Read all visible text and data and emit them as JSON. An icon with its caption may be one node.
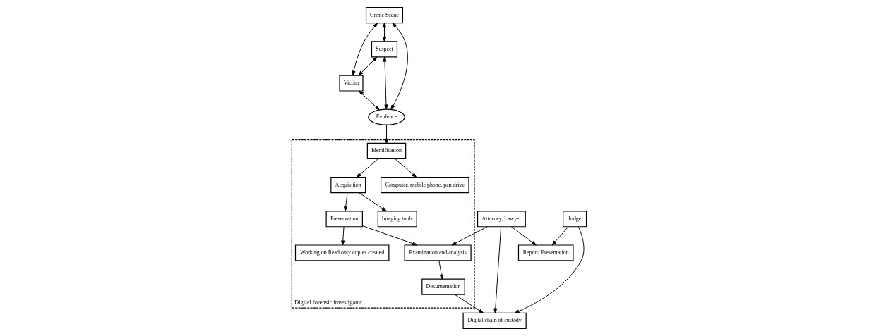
{
  "diagram": {
    "nodes": [
      {
        "text": [
          "Crime Scene"
        ]
      },
      {
        "text": [
          "Victim"
        ]
      },
      {
        "text": [
          "Suspect"
        ]
      },
      {
        "text": [
          "Evidence"
        ]
      },
      {
        "text": [
          "Report/ Presentation"
        ]
      },
      {
        "text": [
          "Attorney, Lawyer"
        ]
      },
      {
        "text": [
          "Digital forensic investigator"
        ]
      },
      {
        "text": [
          "Identification"
        ],
        "in": 6
      },
      {
        "text": [
          "Acquisition"
        ],
        "in": 6
      },
      {
        "text": [
          "Preservation"
        ],
        "in": 6
      },
      {
        "text": [
          "Examination and analysis"
        ],
        "in": 6
      },
      {
        "text": [
          "Documentation"
        ],
        "in": 6
      },
      {
        "text": [
          "Computer, mobile phone, pen drive"
        ],
        "in": 6
      },
      {
        "text": [
          "Imaging tools"
        ],
        "in": 6
      },
      {
        "text": [
          "Working on Read only copies created"
        ],
        "in": 6
      },
      {
        "text": [
          "Digital chain of custody"
        ]
      },
      {
        "text": [
          "Judge"
        ]
      }
    ],
    "edges": [
      {
        "from": 0,
        "to": 1,
        "arrow": "both"
      },
      {
        "from": 0,
        "to": 2,
        "arrow": "both"
      },
      {
        "from": 0,
        "to": 3,
        "arrow": "both"
      },
      {
        "from": 2,
        "to": 1,
        "arrow": "both"
      },
      {
        "from": 1,
        "to": 3,
        "arrow": "both"
      },
      {
        "from": 2,
        "to": 3,
        "arrow": "both"
      },
      {
        "from": 3,
        "to": 7,
        "arrow": "to"
      },
      {
        "from": 7,
        "to": 8,
        "arrow": "to"
      },
      {
        "from": 8,
        "to": 9,
        "arrow": "to"
      },
      {
        "from": 9,
        "to": 10,
        "arrow": "to"
      },
      {
        "from": 10,
        "to": 11,
        "arrow": "to"
      },
      {
        "from": 11,
        "to": 15,
        "arrow": "to"
      },
      {
        "from": 7,
        "to": 12,
        "arrow": "to"
      },
      {
        "from": 8,
        "to": 13,
        "arrow": "to"
      },
      {
        "from": 9,
        "to": 14,
        "arrow": "to"
      },
      {
        "from": 5,
        "to": 4,
        "arrow": "to"
      },
      {
        "from": 5,
        "to": 10,
        "arrow": "to"
      },
      {
        "from": 5,
        "to": 15,
        "arrow": "to"
      },
      {
        "from": 16,
        "to": 15,
        "arrow": "to"
      },
      {
        "from": 16,
        "to": 4,
        "arrow": "to"
      }
    ]
  }
}
